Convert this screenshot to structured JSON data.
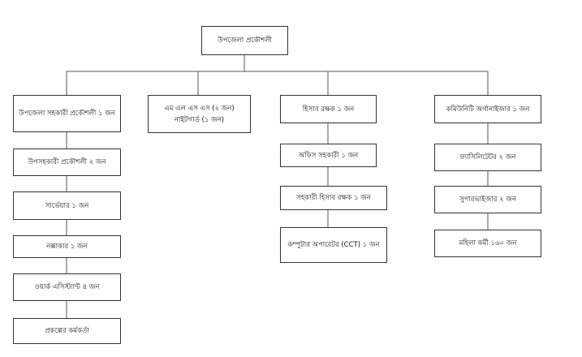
{
  "root": {
    "label": "উপজেলা প্রকৌশলী"
  },
  "columns": [
    {
      "items": [
        "উপজেলা সহকারী প্রকৌশলী ১ জন",
        "উপসহকারী প্রকৌশলী ২ জন",
        "সার্ভেয়ার  ১ জন",
        "নক্সাকার  ১ জন",
        "ওয়ার্ক এসিস্ট্যান্ট ৪ জন",
        "প্রকল্পের কর্মকর্তা"
      ]
    },
    {
      "items": [
        "এম এল এস এস (২ জন)\nনাইটগার্ড (১ জন)"
      ]
    },
    {
      "items": [
        "হিসাব রক্ষক ১ জন",
        "অফিস সহকারী ১ জন",
        "সহকারী হিসাব রক্ষক ১ জন",
        "কম্পুটার অপারেটর (CCT) ১ জন"
      ]
    },
    {
      "items": [
        "কমিউনিটি অর্গানাইজার ১ জন",
        "ফ্যাসিলিটেটর ২ জন",
        "সুপারভাইজার ২ জন",
        "মহিলা কর্মী ১৬০ জন"
      ]
    }
  ],
  "colors": {
    "line": "#555555",
    "border": "#333333"
  }
}
